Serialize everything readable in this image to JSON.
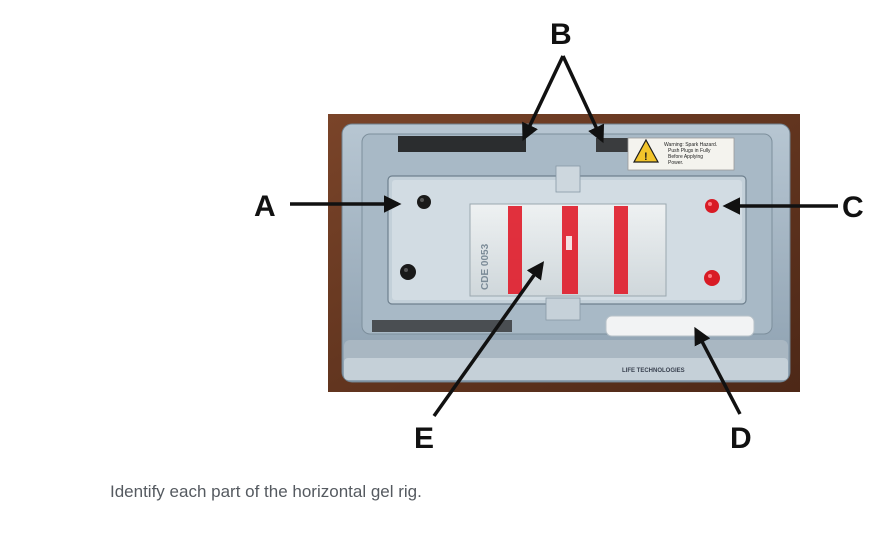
{
  "figure": {
    "callouts": {
      "a": "A",
      "b": "B",
      "c": "C",
      "d": "D",
      "e": "E"
    },
    "warning_label": {
      "heading": "Warning: Spark Hazard.",
      "lines": [
        "Push Plugs in Fully",
        "Before Applying",
        "Power."
      ]
    },
    "brand_text": "LIFE TECHNOLOGIES",
    "tray_embossed_text": "CDE 0053",
    "colors": {
      "wood": "#6b3a22",
      "box_frame": "#9fb1c0",
      "gel": "#dde3e6",
      "dye_red": "#e0202e",
      "electrode_black": "#1a1a1a",
      "electrode_red": "#d81b25",
      "arrow": "#111111"
    }
  },
  "caption": "Identify each part of the horizontal gel rig."
}
